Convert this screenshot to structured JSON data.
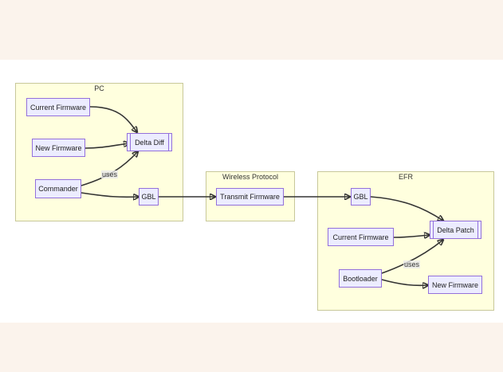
{
  "clusters": {
    "pc": {
      "title": "PC"
    },
    "wireless": {
      "title": "Wireless Protocol"
    },
    "efr": {
      "title": "EFR"
    }
  },
  "nodes": {
    "pc_current_firmware": "Current Firmware",
    "pc_new_firmware": "New Firmware",
    "pc_commander": "Commander",
    "pc_delta_diff": "Delta Diff",
    "pc_gbl": "GBL",
    "transmit_firmware": "Transmit Firmware",
    "efr_gbl": "GBL",
    "efr_current_firmware": "Current Firmware",
    "efr_delta_patch": "Delta Patch",
    "efr_bootloader": "Bootloader",
    "efr_new_firmware": "New Firmware"
  },
  "edge_labels": {
    "pc_uses": "uses",
    "efr_uses": "uses"
  },
  "colors": {
    "cluster_fill": "#ffffde",
    "node_fill": "#ececff",
    "node_border": "#9370db",
    "band": "#fbf3ec"
  }
}
